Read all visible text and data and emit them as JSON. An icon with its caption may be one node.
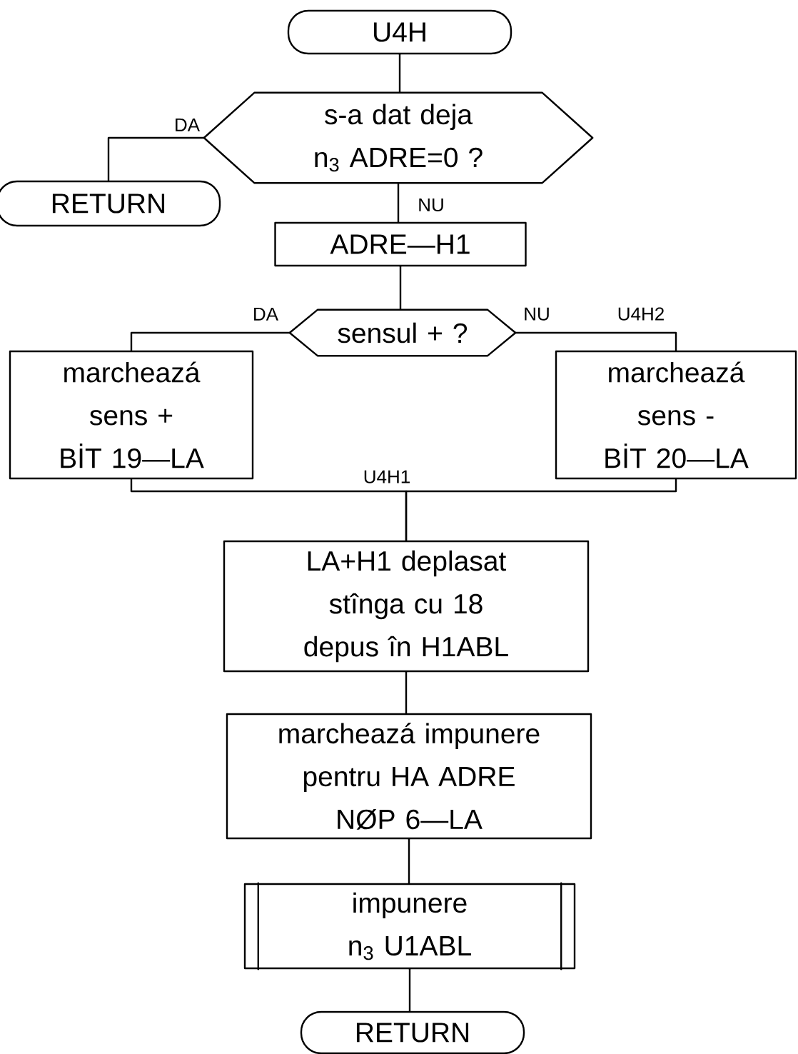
{
  "diagram": {
    "nodes": [
      {
        "text": [
          "U4H"
        ]
      },
      {
        "text": [
          "s-a dat deja n$_{3}$ ADRE=0 ?"
        ]
      },
      {
        "text": [
          "RETURN"
        ]
      },
      {
        "text": [
          "ADRE—H1"
        ]
      },
      {
        "text": [
          "sensul + ?"
        ]
      },
      {
        "text": [
          "marcheazá sens +",
          "BİT 19—LA"
        ]
      },
      {
        "text": [
          "marcheazá sens -",
          "BİT 20—LA"
        ]
      },
      {
        "text": [
          "LA+H1 deplasat stînga cu 18 depus în H1ABL"
        ]
      },
      {
        "text": [
          "marcheazá impunere pentru HA ADRE NØP 6—LA"
        ]
      },
      {
        "text": [
          "impunere n$_{3}$ U1ABL"
        ]
      },
      {
        "text": [
          "RETURN"
        ]
      }
    ],
    "edges": [
      {
        "from": 0,
        "to": 1,
        "arrow": "none"
      },
      {
        "from": 1,
        "to": 2,
        "arrow": "none",
        "label": "DA"
      },
      {
        "from": 1,
        "to": 3,
        "arrow": "none",
        "label": "NU"
      },
      {
        "from": 3,
        "to": 4,
        "arrow": "none"
      },
      {
        "from": 4,
        "to": 5,
        "arrow": "none",
        "label": "DA"
      },
      {
        "from": 4,
        "to": 6,
        "arrow": "none",
        "label": "NU"
      },
      {
        "from": 5,
        "to": 7,
        "arrow": "none"
      },
      {
        "from": 6,
        "to": 7,
        "arrow": "none"
      },
      {
        "from": 7,
        "to": 8,
        "arrow": "none"
      },
      {
        "from": 8,
        "to": 9,
        "arrow": "none"
      },
      {
        "from": 9,
        "to": 10,
        "arrow": "none"
      }
    ],
    "labels": [
      "U4H2",
      "U4H1"
    ]
  }
}
